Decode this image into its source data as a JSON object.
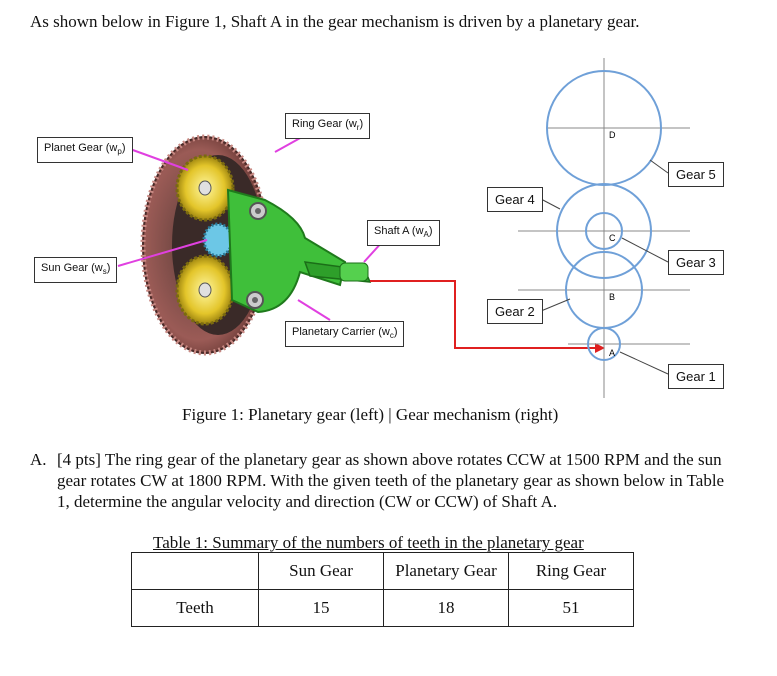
{
  "intro": "As shown below in Figure 1, Shaft A in the gear mechanism is driven by a planetary gear.",
  "figure": {
    "labels": {
      "planet_gear": {
        "text": "Planet Gear (w",
        "sub": "p",
        "tail": ")"
      },
      "ring_gear": {
        "text": "Ring Gear (w",
        "sub": "r",
        "tail": ")"
      },
      "sun_gear": {
        "text": "Sun Gear (w",
        "sub": "s",
        "tail": ")"
      },
      "shaft_a": {
        "text": "Shaft A (w",
        "sub": "A",
        "tail": ")"
      },
      "carrier": {
        "text": "Planetary Carrier (w",
        "sub": "c",
        "tail": ")"
      }
    },
    "gear_labels": {
      "gear4": "Gear 4",
      "gear5": "Gear 5",
      "gear3": "Gear 3",
      "gear2": "Gear 2",
      "gear1": "Gear 1"
    },
    "shaft_letters": {
      "d": "D",
      "c": "C",
      "b": "B",
      "a": "A"
    },
    "colors": {
      "gear_circle": "#6fa0d8",
      "connector_red": "#e02020",
      "pointer_magenta": "#e040e0"
    },
    "caption": "Figure 1: Planetary gear (left) | Gear mechanism (right)"
  },
  "question": {
    "marker": "A.",
    "text": "[4 pts] The ring gear of the planetary gear as shown above rotates CCW at 1500 RPM and the sun gear rotates CW at 1800 RPM. With the given teeth of the planetary gear as shown below in Table 1, determine the angular velocity and direction (CW or CCW) of Shaft A."
  },
  "table": {
    "caption": "Table 1: Summary of the numbers of teeth in the planetary gear",
    "headers": [
      "",
      "Sun Gear",
      "Planetary Gear",
      "Ring Gear"
    ],
    "rows": [
      [
        "Teeth",
        "15",
        "18",
        "51"
      ]
    ]
  }
}
